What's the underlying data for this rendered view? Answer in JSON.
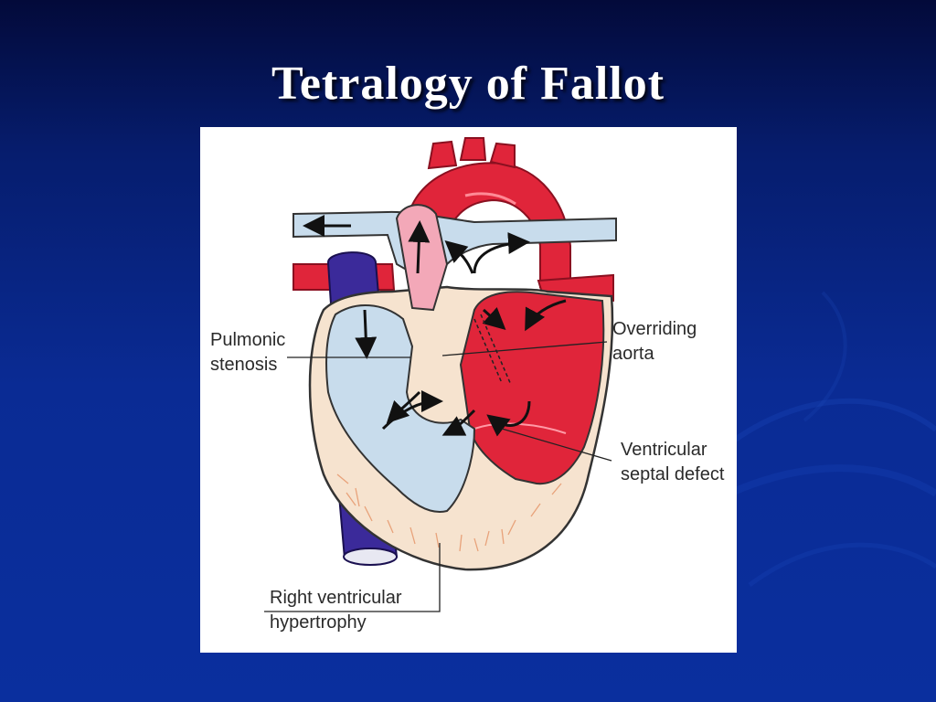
{
  "slide": {
    "title": "Tetralogy of Fallot"
  },
  "diagram": {
    "labels": {
      "pulmonic_stenosis": [
        "Pulmonic",
        "stenosis"
      ],
      "overriding_aorta": [
        "Overriding",
        "aorta"
      ],
      "vsd": [
        "Ventricular",
        "septal defect"
      ],
      "rv_hypertrophy": [
        "Right ventricular",
        "hypertrophy"
      ]
    },
    "colors": {
      "oxygenated": "#e0253a",
      "deoxygenated": "#c8dcec",
      "vena_cava": "#3b2a9a",
      "myocardium": "#f6e3cf",
      "hypertrophy_lines": "#e8a27a"
    }
  }
}
